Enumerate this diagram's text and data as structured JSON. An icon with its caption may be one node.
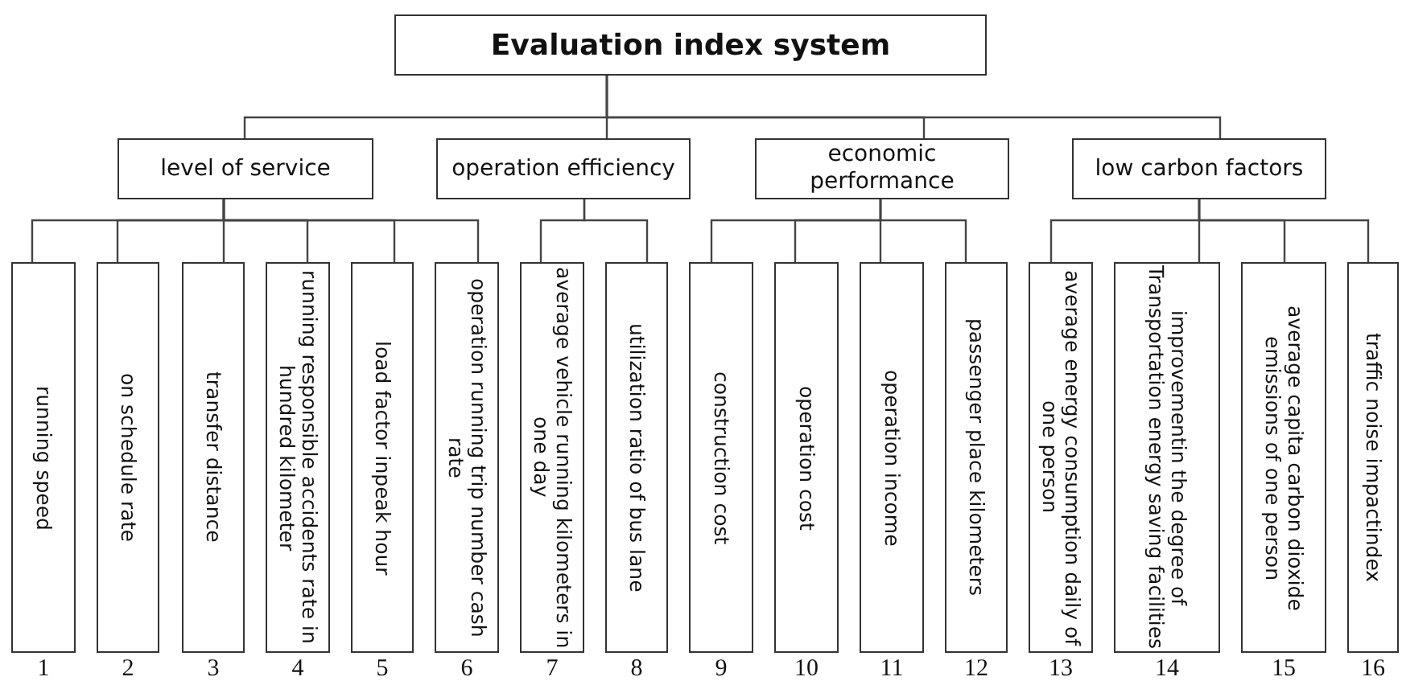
{
  "diagram": {
    "nodes": [
      {
        "text": [
          "Evaluation index system"
        ]
      },
      {
        "text": [
          "level of service"
        ]
      },
      {
        "text": [
          "operation efficiency"
        ]
      },
      {
        "text": [
          "economic performance"
        ]
      },
      {
        "text": [
          "low carbon factors"
        ]
      },
      {
        "text": [
          "running speed"
        ]
      },
      {
        "text": [
          "on schedule rate"
        ]
      },
      {
        "text": [
          "transfer distance"
        ]
      },
      {
        "text": [
          "running responsible accidents rate in hundred kilometer"
        ]
      },
      {
        "text": [
          "load factor inpeak hour"
        ]
      },
      {
        "text": [
          "operation running trip number cash rate"
        ]
      },
      {
        "text": [
          "average vehicle running kilometers in one day"
        ]
      },
      {
        "text": [
          "utilization ratio of bus lane"
        ]
      },
      {
        "text": [
          "construction cost"
        ]
      },
      {
        "text": [
          "operation cost"
        ]
      },
      {
        "text": [
          "operation income"
        ]
      },
      {
        "text": [
          "passenger place kilometers"
        ]
      },
      {
        "text": [
          "average energy consumption daily of one person"
        ]
      },
      {
        "text": [
          "improvementin the degree of Transportation energy saving facilities"
        ]
      },
      {
        "text": [
          "average capita carbon dioxide emissions of one person"
        ]
      },
      {
        "text": [
          "traffic noise impactindex"
        ]
      }
    ],
    "edges": [
      {
        "from": 0,
        "to": 1,
        "arrow": "none"
      },
      {
        "from": 0,
        "to": 2,
        "arrow": "none"
      },
      {
        "from": 0,
        "to": 3,
        "arrow": "none"
      },
      {
        "from": 0,
        "to": 4,
        "arrow": "none"
      },
      {
        "from": 1,
        "to": 5,
        "arrow": "none"
      },
      {
        "from": 1,
        "to": 6,
        "arrow": "none"
      },
      {
        "from": 1,
        "to": 7,
        "arrow": "none"
      },
      {
        "from": 1,
        "to": 8,
        "arrow": "none"
      },
      {
        "from": 1,
        "to": 9,
        "arrow": "none"
      },
      {
        "from": 1,
        "to": 10,
        "arrow": "none"
      },
      {
        "from": 2,
        "to": 11,
        "arrow": "none"
      },
      {
        "from": 2,
        "to": 12,
        "arrow": "none"
      },
      {
        "from": 3,
        "to": 13,
        "arrow": "none"
      },
      {
        "from": 3,
        "to": 14,
        "arrow": "none"
      },
      {
        "from": 3,
        "to": 15,
        "arrow": "none"
      },
      {
        "from": 3,
        "to": 16,
        "arrow": "none"
      },
      {
        "from": 4,
        "to": 17,
        "arrow": "none"
      },
      {
        "from": 4,
        "to": 18,
        "arrow": "none"
      },
      {
        "from": 4,
        "to": 19,
        "arrow": "none"
      },
      {
        "from": 4,
        "to": 20,
        "arrow": "none"
      }
    ],
    "labels": [
      "1",
      "2",
      "3",
      "4",
      "5",
      "6",
      "7",
      "8",
      "9",
      "10",
      "11",
      "12",
      "13",
      "14",
      "15",
      "16"
    ]
  }
}
